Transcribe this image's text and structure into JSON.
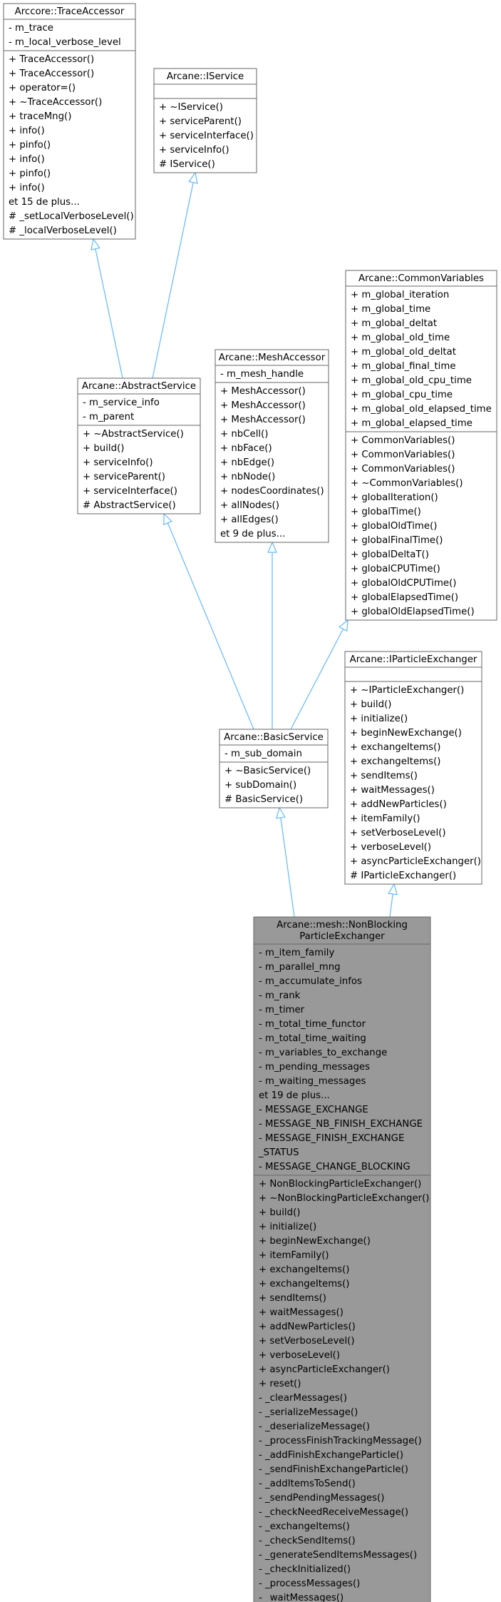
{
  "classes": [
    {
      "id": "trace_accessor",
      "title": [
        "Arccore::TraceAccessor"
      ],
      "attributes": [
        "-  m_trace",
        "-  m_local_verbose_level"
      ],
      "operations": [
        "+  TraceAccessor()",
        "+  TraceAccessor()",
        "+  operator=()",
        "+  ~TraceAccessor()",
        "+  traceMng()",
        "+  info()",
        "+  pinfo()",
        "+  info()",
        "+  pinfo()",
        "+  info()",
        "    et 15 de plus...",
        "#  _setLocalVerboseLevel()",
        "#  _localVerboseLevel()"
      ],
      "highlight": false
    },
    {
      "id": "iservice",
      "title": [
        "Arcane::IService"
      ],
      "attributes": [],
      "operations": [
        "+  ~IService()",
        "+  serviceParent()",
        "+  serviceInterface()",
        "+  serviceInfo()",
        "#  IService()"
      ],
      "highlight": false
    },
    {
      "id": "common_variables",
      "title": [
        "Arcane::CommonVariables"
      ],
      "attributes": [
        "+  m_global_iteration",
        "+  m_global_time",
        "+  m_global_deltat",
        "+  m_global_old_time",
        "+  m_global_old_deltat",
        "+  m_global_final_time",
        "+  m_global_old_cpu_time",
        "+  m_global_cpu_time",
        "+  m_global_old_elapsed_time",
        "+  m_global_elapsed_time"
      ],
      "operations": [
        "+  CommonVariables()",
        "+  CommonVariables()",
        "+  CommonVariables()",
        "+  ~CommonVariables()",
        "+  globalIteration()",
        "+  globalTime()",
        "+  globalOldTime()",
        "+  globalFinalTime()",
        "+  globalDeltaT()",
        "+  globalCPUTime()",
        "+  globalOldCPUTime()",
        "+  globalElapsedTime()",
        "+  globalOldElapsedTime()"
      ],
      "highlight": false
    },
    {
      "id": "mesh_accessor",
      "title": [
        "Arcane::MeshAccessor"
      ],
      "attributes": [
        "-  m_mesh_handle"
      ],
      "operations": [
        "+  MeshAccessor()",
        "+  MeshAccessor()",
        "+  MeshAccessor()",
        "+  nbCell()",
        "+  nbFace()",
        "+  nbEdge()",
        "+  nbNode()",
        "+  nodesCoordinates()",
        "+  allNodes()",
        "+  allEdges()",
        "    et 9 de plus..."
      ],
      "highlight": false
    },
    {
      "id": "abstract_service",
      "title": [
        "Arcane::AbstractService"
      ],
      "attributes": [
        "-    m_service_info",
        "-    m_parent"
      ],
      "operations": [
        "+   ~AbstractService()",
        "+   build()",
        "+   serviceInfo()",
        "+   serviceParent()",
        "+   serviceInterface()",
        "#   AbstractService()"
      ],
      "highlight": false
    },
    {
      "id": "iparticle_exchanger",
      "title": [
        "Arcane::IParticleExchanger"
      ],
      "attributes": [],
      "operations": [
        "+  ~IParticleExchanger()",
        "+  build()",
        "+  initialize()",
        "+  beginNewExchange()",
        "+  exchangeItems()",
        "+  exchangeItems()",
        "+  sendItems()",
        "+  waitMessages()",
        "+  addNewParticles()",
        "+  itemFamily()",
        "+  setVerboseLevel()",
        "+  verboseLevel()",
        "+  asyncParticleExchanger()",
        "#  IParticleExchanger()"
      ],
      "highlight": false
    },
    {
      "id": "basic_service",
      "title": [
        "Arcane::BasicService"
      ],
      "attributes": [
        "-    m_sub_domain"
      ],
      "operations": [
        "+   ~BasicService()",
        "+   subDomain()",
        "#   BasicService()"
      ],
      "highlight": false
    },
    {
      "id": "non_blocking",
      "title": [
        "Arcane::mesh::NonBlocking",
        "ParticleExchanger"
      ],
      "attributes": [
        "-  m_item_family",
        "-  m_parallel_mng",
        "-  m_accumulate_infos",
        "-  m_rank",
        "-  m_timer",
        "-  m_total_time_functor",
        "-  m_total_time_waiting",
        "-  m_variables_to_exchange",
        "-  m_pending_messages",
        "-  m_waiting_messages",
        "    et 19 de plus...",
        "-  MESSAGE_EXCHANGE",
        "-  MESSAGE_NB_FINISH_EXCHANGE",
        "-  MESSAGE_FINISH_EXCHANGE",
        "    _STATUS",
        "-  MESSAGE_CHANGE_BLOCKING"
      ],
      "operations": [
        "+  NonBlockingParticleExchanger()",
        "+  ~NonBlockingParticleExchanger()",
        "+  build()",
        "+  initialize()",
        "+  beginNewExchange()",
        "+  itemFamily()",
        "+  exchangeItems()",
        "+  exchangeItems()",
        "+  sendItems()",
        "+  waitMessages()",
        "+  addNewParticles()",
        "+  setVerboseLevel()",
        "+  verboseLevel()",
        "+  asyncParticleExchanger()",
        "+  reset()",
        "-  _clearMessages()",
        "-  _serializeMessage()",
        "-  _deserializeMessage()",
        "-  _processFinishTrackingMessage()",
        "-  _addFinishExchangeParticle()",
        "-  _sendFinishExchangeParticle()",
        "-  _addItemsToSend()",
        "-  _sendPendingMessages()",
        "-  _checkNeedReceiveMessage()",
        "-  _exchangeItems()",
        "-  _checkSendItems()",
        "-  _generateSendItemsMessages()",
        "-  _checkInitialized()",
        "-  _processMessages()",
        "-  _waitMessages()"
      ],
      "highlight": true
    }
  ],
  "inheritance": [
    {
      "from": "abstract_service",
      "to": "trace_accessor"
    },
    {
      "from": "abstract_service",
      "to": "iservice"
    },
    {
      "from": "basic_service",
      "to": "abstract_service"
    },
    {
      "from": "basic_service",
      "to": "mesh_accessor"
    },
    {
      "from": "basic_service",
      "to": "common_variables"
    },
    {
      "from": "non_blocking",
      "to": "basic_service"
    },
    {
      "from": "non_blocking",
      "to": "iparticle_exchanger"
    }
  ],
  "colors": {
    "edge": "#63b8ff",
    "box_border": "#666666",
    "focus_fill": "#999999",
    "box_fill": "#ffffff"
  }
}
